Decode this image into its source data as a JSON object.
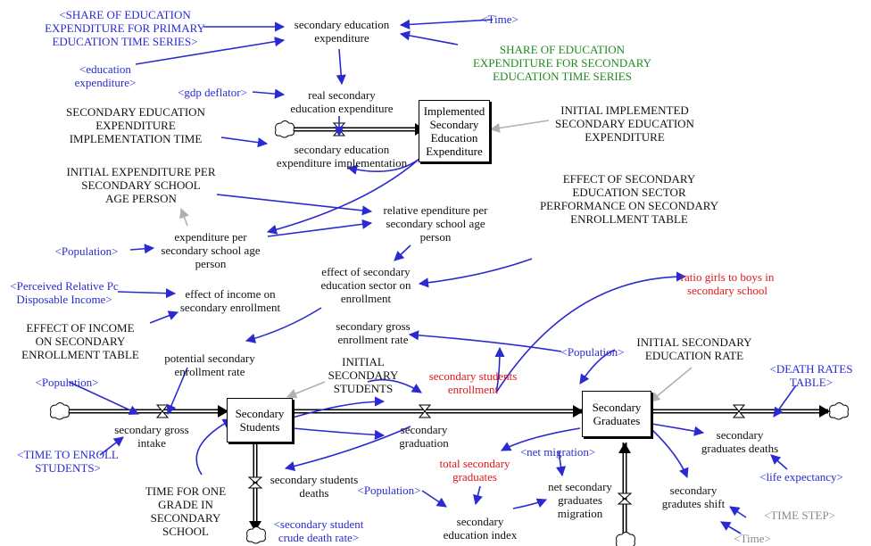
{
  "stocks": {
    "implemented": "Implemented\nSecondary\nEducation\nExpenditure",
    "students": "Secondary\nStudents",
    "graduates": "Secondary\nGraduates"
  },
  "labels": {
    "share_primary": "<SHARE OF EDUCATION\nEXPENDITURE FOR PRIMARY\nEDUCATION TIME SERIES>",
    "sec_edu_exp": "secondary education\nexpenditure",
    "time_top": "<Time>",
    "education_exp": "<education\nexpenditure>",
    "share_secondary": "SHARE OF EDUCATION\nEXPENDITURE FOR SECONDARY\nEDUCATION TIME SERIES",
    "gdp_deflator": "<gdp deflator>",
    "real_sec_exp": "real secondary\neducation expenditure",
    "sec_exp_impl_time": "SECONDARY EDUCATION\nEXPENDITURE\nIMPLEMENTATION TIME",
    "sec_exp_impl": "secondary education\nexpenditure implementation",
    "initial_impl": "INITIAL IMPLEMENTED\nSECONDARY EDUCATION\nEXPENDITURE",
    "initial_exp_per": "INITIAL EXPENDITURE PER\nSECONDARY SCHOOL\nAGE PERSON",
    "effect_sector_table": "EFFECT OF SECONDARY\nEDUCATION SECTOR\nPERFORMANCE ON SECONDARY\nENROLLMENT TABLE",
    "relative_exp": "relative ependiture per\nsecondary school age\nperson",
    "population_1": "<Population>",
    "exp_per": "expenditure per\nsecondary school age\nperson",
    "effect_sector": "effect of secondary\neducation sector on\nenrollment",
    "ratio_girls": "ratio girls to boys in\nsecondary school",
    "perceived_income": "<Perceived Relative Pc\nDisposable Income>",
    "effect_income": "effect of income on\nsecondary enrollment",
    "effect_income_table": "EFFECT OF INCOME\nON SECONDARY\nENROLLMENT TABLE",
    "gross_enroll_rate": "secondary gross\nenrollment rate",
    "potential_rate": "potential secondary\nenrollment rate",
    "population_2": "<Population>",
    "initial_grad_rate": "INITIAL SECONDARY\nEDUCATION RATE",
    "initial_students": "INITIAL\nSECONDARY\nSTUDENTS",
    "students_enroll": "secondary students\nenrollment",
    "population_3": "<Population>",
    "death_rates": "<DEATH RATES\nTABLE>",
    "gross_intake": "secondary gross\nintake",
    "graduation": "secondary\ngraduation",
    "grad_deaths": "secondary\ngraduates deaths",
    "time_to_enroll": "<TIME TO ENROLL\nSTUDENTS>",
    "net_migration": "<net migration>",
    "total_grads": "total secondary\ngraduates",
    "life_exp": "<life expectancy>",
    "time_one_grade": "TIME FOR ONE\nGRADE IN\nSECONDARY\nSCHOOL",
    "students_deaths": "secondary students\ndeaths",
    "population_4": "<Population>",
    "net_grad_migration": "net secondary\ngraduates\nmigration",
    "grad_shift": "secondary\ngradutes shift",
    "time_step": "<TIME STEP>",
    "student_death_rate": "<secondary student\ncrude death rate>",
    "edu_index": "secondary\neducation index",
    "time_bottom": "<Time>"
  },
  "colors": {
    "blue": "#2a2ad0",
    "green": "#1f8a1f",
    "red": "#e01818",
    "gray": "#8a8a8a"
  }
}
